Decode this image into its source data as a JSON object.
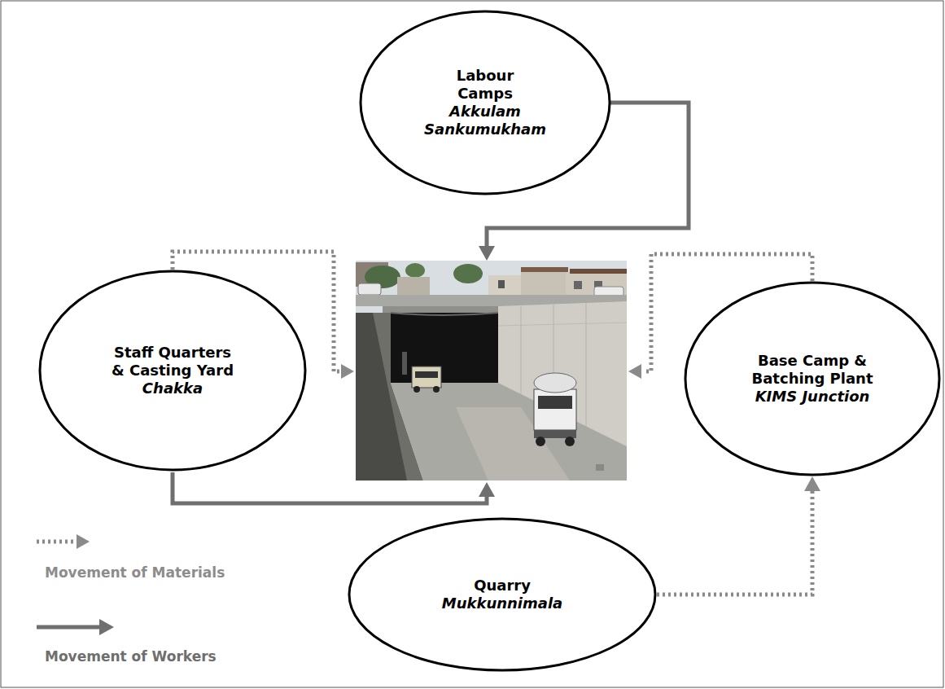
{
  "diagram": {
    "nodes": [
      {
        "text": [
          "Labour Camps",
          "Akkulam Sankumukham"
        ]
      },
      {
        "text": [
          "Staff Quarters & Casting Yard",
          "Chakka"
        ]
      },
      {
        "text": [
          "Base Camp & Batching Plant",
          "KIMS Junction"
        ]
      },
      {
        "text": [
          "Quarry",
          "Mukkunnimala"
        ]
      }
    ],
    "edges": [
      {
        "from": 3,
        "to": 2,
        "arrow": "to"
      }
    ],
    "legend": [
      {
        "text": "Movement of Materials"
      },
      {
        "text": "Movement of Workers"
      }
    ]
  }
}
